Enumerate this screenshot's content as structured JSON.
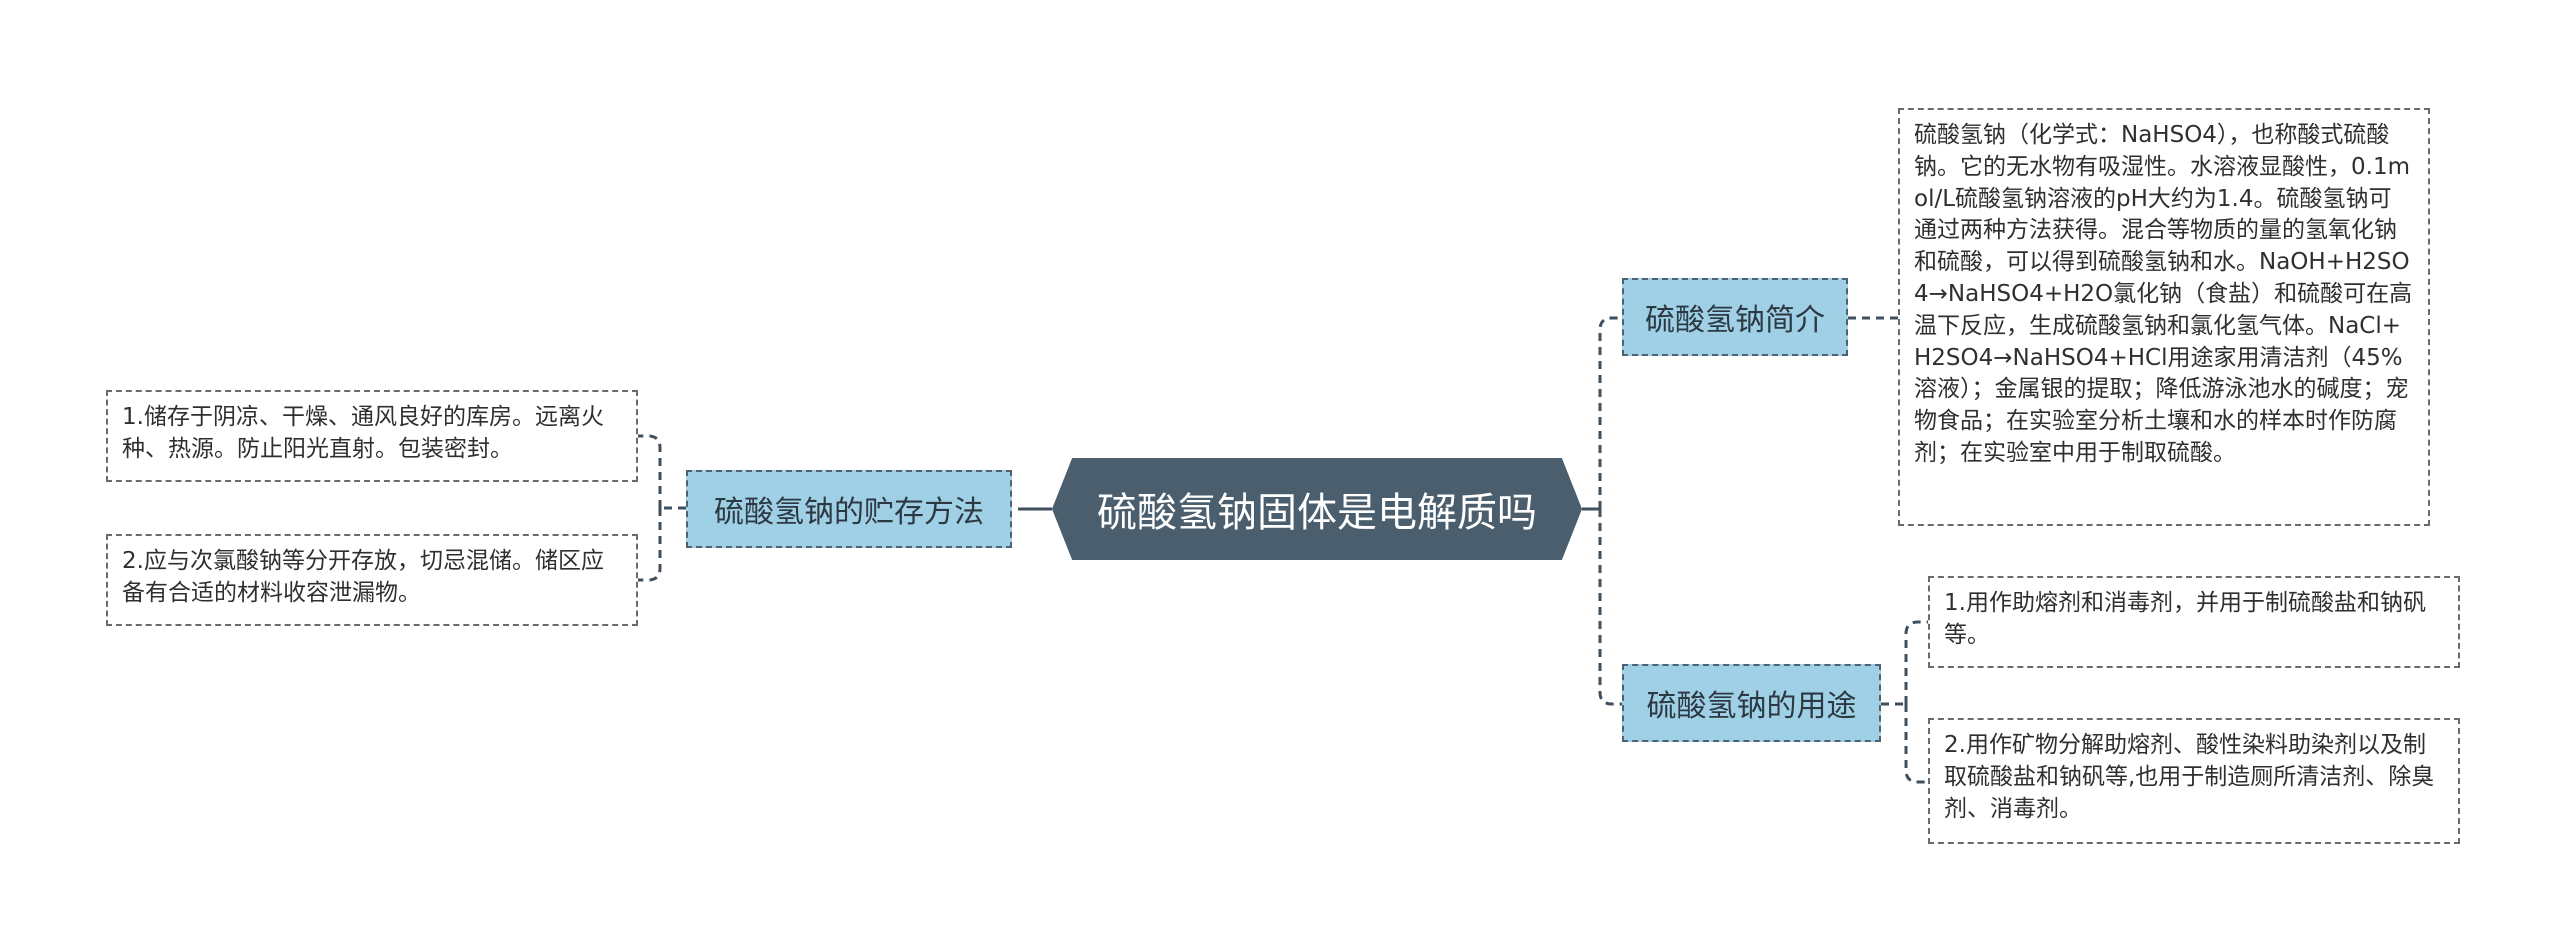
{
  "root": {
    "title": "硫酸氢钠固体是电解质吗"
  },
  "branches": {
    "intro": {
      "label": "硫酸氢钠简介",
      "children": [
        "硫酸氢钠（化学式：NaHSO4），也称酸式硫酸钠。它的无水物有吸湿性。水溶液显酸性，0.1mol/L硫酸氢钠溶液的pH大约为1.4。硫酸氢钠可通过两种方法获得。混合等物质的量的氢氧化钠和硫酸，可以得到硫酸氢钠和水。NaOH+H2SO4→NaHSO4+H2O氯化钠（食盐）和硫酸可在高温下反应，生成硫酸氢钠和氯化氢气体。NaCl+H2SO4→NaHSO4+HCl用途家用清洁剂（45%溶液）；金属银的提取；降低游泳池水的碱度；宠物食品；在实验室分析土壤和水的样本时作防腐剂；在实验室中用于制取硫酸。"
      ]
    },
    "uses": {
      "label": "硫酸氢钠的用途",
      "children": [
        "1.用作助熔剂和消毒剂，并用于制硫酸盐和钠矾等。",
        "2.用作矿物分解助熔剂、酸性染料助染剂以及制取硫酸盐和钠矾等,也用于制造厕所清洁剂、除臭剂、消毒剂。"
      ]
    },
    "storage": {
      "label": "硫酸氢钠的贮存方法",
      "children": [
        "1.储存于阴凉、干燥、通风良好的库房。远离火种、热源。防止阳光直射。包装密封。",
        "2.应与次氯酸钠等分开存放，切忌混储。储区应备有合适的材料收容泄漏物。"
      ]
    }
  }
}
